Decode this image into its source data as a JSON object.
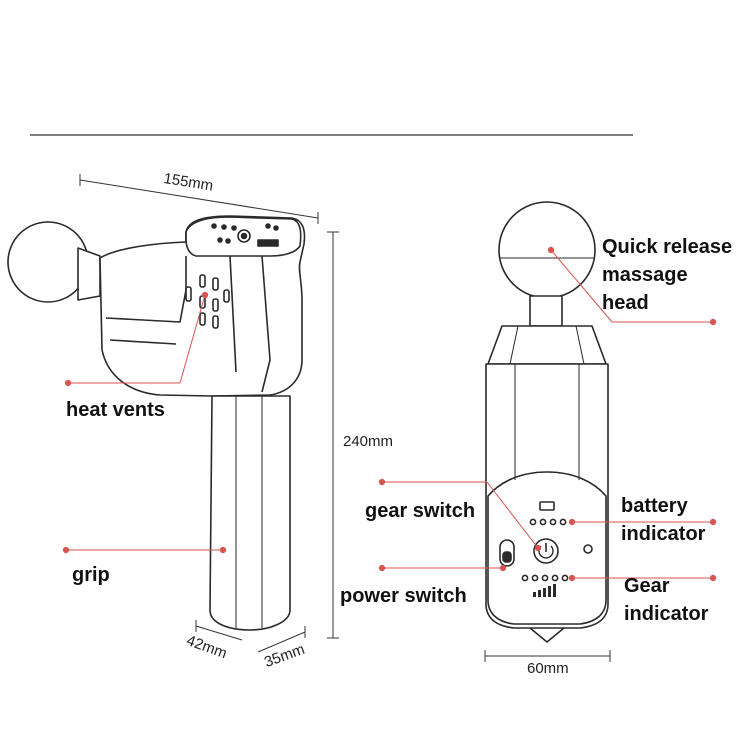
{
  "dimensions": {
    "length": "155mm",
    "height": "240mm",
    "grip_depth": "42mm",
    "grip_width": "35mm",
    "head_width": "60mm"
  },
  "labels": {
    "heat_vents": "heat vents",
    "grip": "grip",
    "quick_release_line1": "Quick release",
    "quick_release_line2": "massage",
    "quick_release_line3": "head",
    "gear_switch": "gear switch",
    "power_switch": "power switch",
    "battery_line1": "battery",
    "battery_line2": "indicator",
    "gear_ind_line1": "Gear",
    "gear_ind_line2": "indicator"
  },
  "colors": {
    "callout": "#d9534f",
    "outline": "#2a2a2a"
  }
}
